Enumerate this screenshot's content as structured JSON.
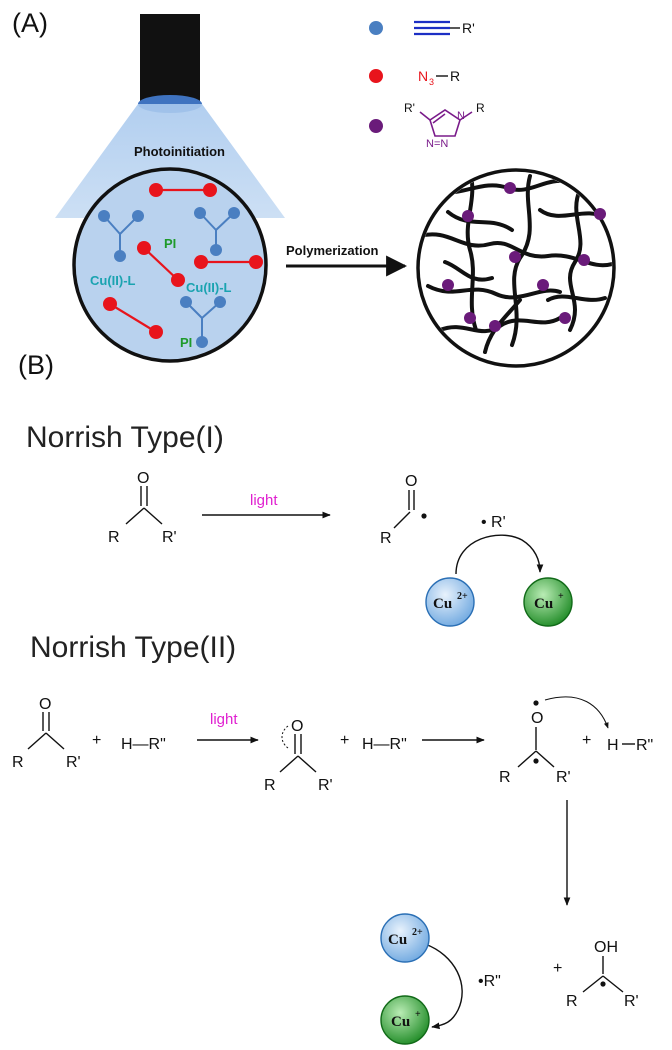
{
  "panel_a": {
    "label": "(A)",
    "photoinitiation": "Photoinitiation",
    "polymerization": "Polymerization",
    "pi_label": "PI",
    "catalyst_label": "Cu(II)-L",
    "legend": {
      "alkyne_group": "R'",
      "azide_n3": "N",
      "azide_n3_sub": "3",
      "azide_r": "R",
      "triazole_r_prime": "R'",
      "triazole_r": "R",
      "triazole_n": "N",
      "triazole_n_eq": "N=N",
      "colors": {
        "alkyne": "#4a7fc1",
        "azide": "#e8141c",
        "triazole": "#6a1b7a"
      }
    }
  },
  "panel_b": {
    "label": "(B)",
    "type1": {
      "title": "Norrish Type(I)",
      "light": "light",
      "o": "O",
      "r": "R",
      "r_prime": "R'",
      "radical_r_prime": "• R'",
      "cu2": "Cu",
      "cu2_sup": "2+",
      "cu1": "Cu",
      "cu1_sup": "+"
    },
    "type2": {
      "title": "Norrish Type(II)",
      "light": "light",
      "plus": "+",
      "h_r2": "H—R\"",
      "o": "O",
      "r": "R",
      "r_prime": "R'",
      "oh": "OH",
      "radical_r2": "•R\"",
      "h": "H",
      "r2": "R\"",
      "cu2": "Cu",
      "cu2_sup": "2+",
      "cu1": "Cu",
      "cu1_sup": "+"
    },
    "colors": {
      "light": "#e020d0",
      "cu2": "#6fa8e0",
      "cu1": "#1e8a25"
    }
  }
}
